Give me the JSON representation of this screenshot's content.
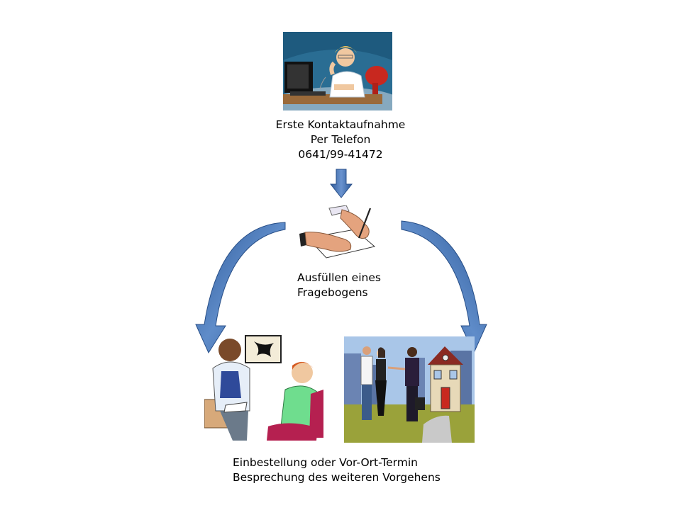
{
  "steps": {
    "contact": {
      "line1": "Erste Kontaktaufnahme",
      "line2": "Per Telefon",
      "line3": "0641/99-41472"
    },
    "questionnaire": {
      "line1": "Ausfüllen eines",
      "line2": "Fragebogens"
    },
    "appointment": {
      "line1": "Einbestellung oder Vor-Ort-Termin",
      "line2": "Besprechung des weiteren Vorgehens"
    }
  },
  "colors": {
    "arrow": "#4f7bbf",
    "arrow_dark": "#2e5a99"
  },
  "icons": {
    "contact": "woman-on-phone-at-desk-illustration",
    "questionnaire": "hands-filling-form-illustration",
    "office": "consultation-meeting-illustration",
    "onsite": "people-in-front-of-house-illustration"
  }
}
